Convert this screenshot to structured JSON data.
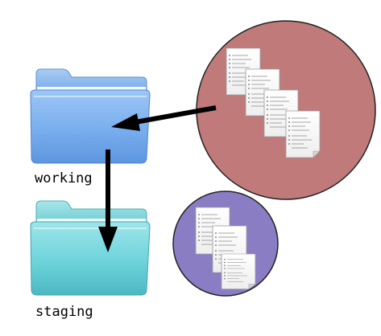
{
  "folders": {
    "working": {
      "label": "working",
      "color": "#7fb2ec"
    },
    "staging": {
      "label": "staging",
      "color": "#6fd3d9"
    }
  },
  "pools": {
    "large": {
      "color": "#c07a7a",
      "document_count": 4
    },
    "small": {
      "color": "#8b7dc4",
      "document_count": 3
    }
  },
  "icons": [
    "folder-icon",
    "document-icon",
    "arrow-icon"
  ]
}
